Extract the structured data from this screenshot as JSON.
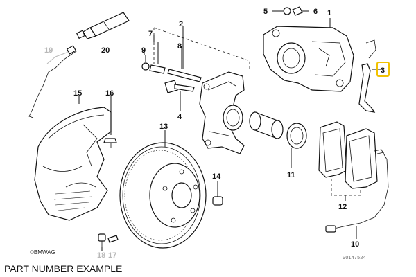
{
  "callouts": {
    "c1": "1",
    "c2": "2",
    "c3": "3",
    "c4": "4",
    "c5": "5",
    "c6": "6",
    "c7": "7",
    "c8": "8",
    "c9": "9",
    "c10": "10",
    "c11": "11",
    "c12": "12",
    "c13": "13",
    "c14": "14",
    "c15": "15",
    "c16": "16",
    "c17": "17",
    "c18": "18",
    "c19": "19",
    "c20": "20"
  },
  "highlight": {
    "callout": "3",
    "color": "#f2c200"
  },
  "brand_logo": "BMWAG",
  "reference_code": "00147524",
  "caption": "PART NUMBER EXAMPLE"
}
